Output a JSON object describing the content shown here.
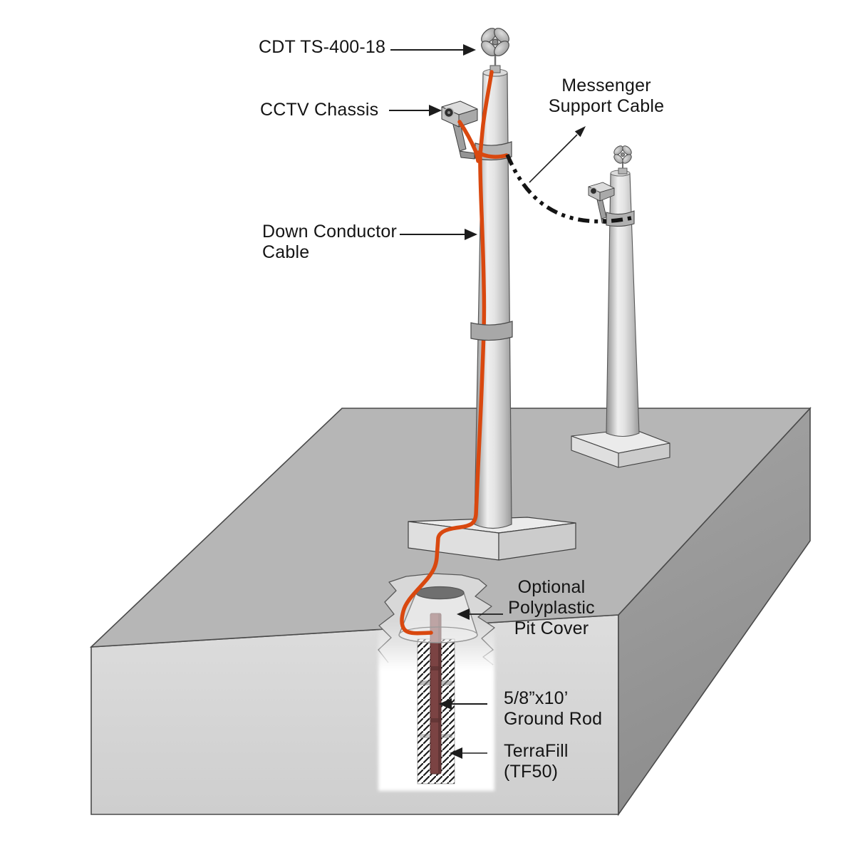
{
  "diagram": {
    "type": "isometric-technical-illustration",
    "subject": "CCTV pole lightning protection and grounding system",
    "labels": {
      "air_terminal": "CDT TS-400-18",
      "cctv_chassis": "CCTV Chassis",
      "messenger_cable": "Messenger\nSupport Cable",
      "down_conductor": "Down Conductor\nCable",
      "pit_cover": "Optional\nPolyplastic\nPit Cover",
      "ground_rod": "5/8”x10’\nGround Rod",
      "terrafill": "TerraFill\n(TF50)"
    },
    "colors": {
      "down_conductor_cable": "#d9480f",
      "messenger_cable": "#141414",
      "ground_rod": "#7b4343",
      "slab_top": "#b6b6b6",
      "slab_front": "#d9d9d9",
      "slab_right": "#9a9a9a",
      "pit_inset": "#d8d8d8",
      "pit_cover_top": "#6f6f6f",
      "label_text": "#141414",
      "background": "#ffffff"
    }
  }
}
